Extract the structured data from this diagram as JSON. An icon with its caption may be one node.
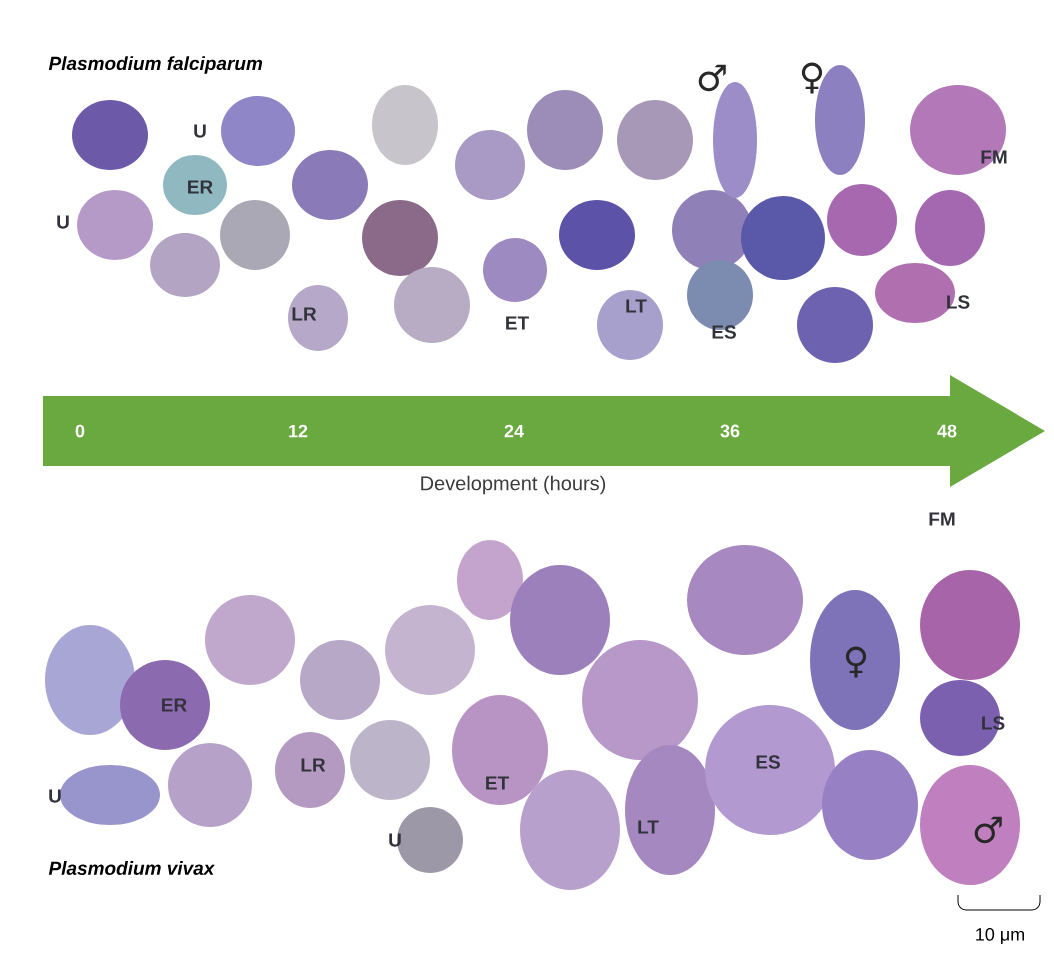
{
  "diagram": {
    "nodes": [
      {
        "text": [
          "0",
          "12",
          "24",
          "36",
          "48"
        ],
        "beside": [
          "Development (hours)"
        ]
      }
    ],
    "labels": [
      "Plasmodium falciparum",
      "♂",
      "♀",
      "U",
      "FM",
      "ER",
      "U",
      "LS",
      "LR",
      "LT",
      "ET",
      "ES",
      "FM",
      "♀",
      "ER",
      "LS",
      "LR",
      "ET",
      "U",
      "ES",
      "LT",
      "♂",
      "U",
      "Plasmodium vivax",
      "10 μm"
    ]
  }
}
